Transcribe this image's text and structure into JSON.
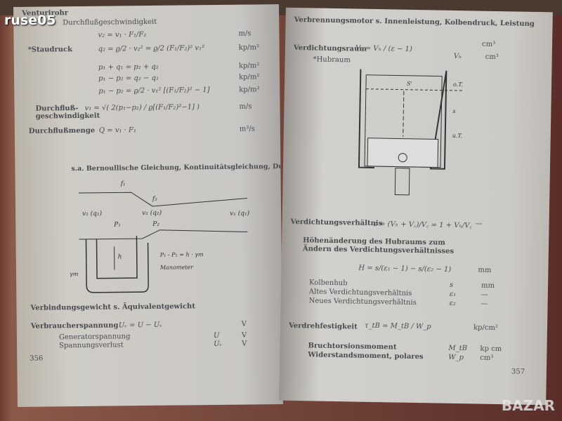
{
  "watermark": "ruse05",
  "watermark_logo": "BAZAR",
  "left": {
    "title": "Venturirohr",
    "sub": "Durchflußgeschwindigkeit",
    "rows": [
      {
        "label": "",
        "formula": "v₂ = v₁ · F₁/F₂",
        "unit": "m/s"
      },
      {
        "label": "*Staudruck",
        "formula": "q₂ = ϱ/2 · v₂² = ϱ/2 (F₁/F₂)² v₁²",
        "unit": "kp/m²"
      },
      {
        "label": "",
        "formula": "p₁ + q₁ = p₂ + q₂",
        "unit": "kp/m²"
      },
      {
        "label": "",
        "formula": "p₁ − p₂ = q₂ − q₁",
        "unit": "kp/m²"
      },
      {
        "label": "",
        "formula": "p₁ − p₂ = ϱ/2 · v₁² [(F₁/F₂)² − 1]",
        "unit": "kp/m²"
      },
      {
        "label": "Durchfluß- geschwindigkeit",
        "formula": "v₁ = √( 2(p₁−p₂) / ϱ[(F₁/F₂)²−1] )",
        "unit": "m/s"
      },
      {
        "label": "Durchflußmenge",
        "formula": "Q = v₁ · F₁",
        "unit": "m³/s"
      }
    ],
    "see": "s.a. Bernoullische Gleichung, Kontinuitätsgleichung, Durchflußgleichung",
    "diagram": {
      "f1": "f₁",
      "f2": "f₂",
      "v1": "v₁ (q₁)",
      "v2": "v₂ (q₂)",
      "v3": "v₁ (q₁)",
      "p1": "P₁",
      "p2": "P₂",
      "h": "h",
      "eq": "P₁ - P₂ = h · γm",
      "gm": "γm",
      "man": "Manometer"
    },
    "vg": "Verbindungsgewicht s. Äquivalentgewicht",
    "vs_label": "Verbraucherspannung",
    "vs_formula": "Uᵥ = U − Uᵥ",
    "vs_unit": "V",
    "gen": "Generatorspannung",
    "gen_sym": "U",
    "gen_unit": "V",
    "sv": "Spannungsverlust",
    "sv_sym": "Uᵥ",
    "sv_unit": "V",
    "page": "356"
  },
  "right": {
    "head": "Verbrennungsmotor s. Innenleistung, Kolbendruck, Leistung",
    "vr": "Verdichtungsraum",
    "vr_formula": "V꜀ = Vₕ / (ε − 1)",
    "vr_unit": "cm³",
    "hub": "*Hubraum",
    "hub_sym": "Vₕ",
    "hub_unit": "cm³",
    "diagram": {
      "ot": "o.T.",
      "ut": "u.T.",
      "s1": "S'",
      "s": "s"
    },
    "vv": "Verdichtungsverhältnis",
    "vv_formula": "ε = (Vₕ + V꜀)/V꜀ = 1 + Vₕ/V꜀",
    "vv_unit": "—",
    "hoehe1": "Höhenänderung des Hubraums zum",
    "hoehe2": "Ändern des Verdichtungsverhältnisses",
    "h_formula": "H = s/(ε₁ − 1) − s/(ε₂ − 1)",
    "h_unit": "mm",
    "legend": [
      {
        "l": "Kolbenhub",
        "s": "s",
        "u": "mm"
      },
      {
        "l": "Altes Verdichtungsverhältnis",
        "s": "ε₁",
        "u": "—"
      },
      {
        "l": "Neues Verdichtungsverhältnis",
        "s": "ε₂",
        "u": "—"
      }
    ],
    "vf": "Verdrehfestigkeit",
    "vf_formula": "τ_tB = M_tB / W_p",
    "vf_unit": "kp/cm²",
    "legend2": [
      {
        "l": "Bruchtorsionsmoment",
        "s": "M_tB",
        "u": "kp cm"
      },
      {
        "l": "Widerstandsmoment, polares",
        "s": "W_p",
        "u": "cm³"
      }
    ],
    "page": "357"
  }
}
